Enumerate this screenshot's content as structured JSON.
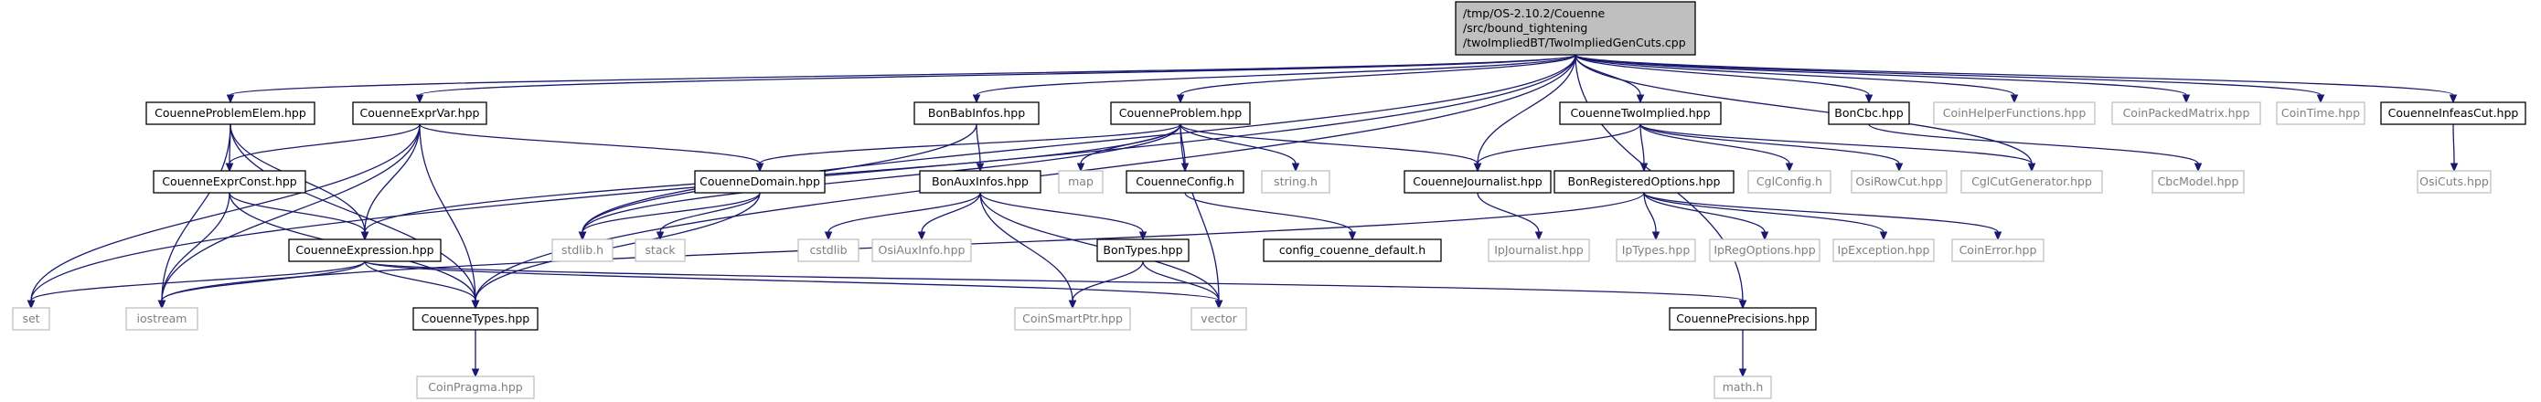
{
  "graph": {
    "root": "root",
    "colors": {
      "edge": "#191970",
      "root_fill": "#bfbfbf",
      "linked_border": "#000000",
      "external_border": "#bfbfbf",
      "external_text": "#7f7f7f",
      "linked_text": "#000000"
    },
    "nodes": [
      {
        "id": "root",
        "lines": [
          "/tmp/OS-2.10.2/Couenne",
          "/src/bound_tightening",
          "/twoImpliedBT/TwoImpliedGenCuts.cpp"
        ],
        "kind": "root"
      },
      {
        "id": "CouenneProblemElem",
        "lines": [
          "CouenneProblemElem.hpp"
        ],
        "kind": "linked"
      },
      {
        "id": "CouenneExprVar",
        "lines": [
          "CouenneExprVar.hpp"
        ],
        "kind": "linked"
      },
      {
        "id": "BonBabInfos",
        "lines": [
          "BonBabInfos.hpp"
        ],
        "kind": "linked"
      },
      {
        "id": "CouenneProblem",
        "lines": [
          "CouenneProblem.hpp"
        ],
        "kind": "linked"
      },
      {
        "id": "CouenneTwoImplied",
        "lines": [
          "CouenneTwoImplied.hpp"
        ],
        "kind": "linked"
      },
      {
        "id": "BonCbc",
        "lines": [
          "BonCbc.hpp"
        ],
        "kind": "linked"
      },
      {
        "id": "CoinHelperFunctions",
        "lines": [
          "CoinHelperFunctions.hpp"
        ],
        "kind": "external"
      },
      {
        "id": "CoinPackedMatrix",
        "lines": [
          "CoinPackedMatrix.hpp"
        ],
        "kind": "external"
      },
      {
        "id": "CoinTime",
        "lines": [
          "CoinTime.hpp"
        ],
        "kind": "external"
      },
      {
        "id": "CouenneInfeasCut",
        "lines": [
          "CouenneInfeasCut.hpp"
        ],
        "kind": "linked"
      },
      {
        "id": "CouenneExprConst",
        "lines": [
          "CouenneExprConst.hpp"
        ],
        "kind": "linked"
      },
      {
        "id": "CouenneDomain",
        "lines": [
          "CouenneDomain.hpp"
        ],
        "kind": "linked"
      },
      {
        "id": "BonAuxInfos",
        "lines": [
          "BonAuxInfos.hpp"
        ],
        "kind": "linked"
      },
      {
        "id": "map",
        "lines": [
          "map"
        ],
        "kind": "external"
      },
      {
        "id": "CouenneConfig",
        "lines": [
          "CouenneConfig.h"
        ],
        "kind": "linked"
      },
      {
        "id": "string_h",
        "lines": [
          "string.h"
        ],
        "kind": "external"
      },
      {
        "id": "CouenneJournalist",
        "lines": [
          "CouenneJournalist.hpp"
        ],
        "kind": "linked"
      },
      {
        "id": "BonRegisteredOptions",
        "lines": [
          "BonRegisteredOptions.hpp"
        ],
        "kind": "linked"
      },
      {
        "id": "CglConfig",
        "lines": [
          "CglConfig.h"
        ],
        "kind": "external"
      },
      {
        "id": "OsiRowCut",
        "lines": [
          "OsiRowCut.hpp"
        ],
        "kind": "external"
      },
      {
        "id": "CglCutGenerator",
        "lines": [
          "CglCutGenerator.hpp"
        ],
        "kind": "external"
      },
      {
        "id": "CbcModel",
        "lines": [
          "CbcModel.hpp"
        ],
        "kind": "external"
      },
      {
        "id": "OsiCuts",
        "lines": [
          "OsiCuts.hpp"
        ],
        "kind": "external"
      },
      {
        "id": "CouenneExpression",
        "lines": [
          "CouenneExpression.hpp"
        ],
        "kind": "linked"
      },
      {
        "id": "stdlib_h",
        "lines": [
          "stdlib.h"
        ],
        "kind": "external"
      },
      {
        "id": "stack",
        "lines": [
          "stack"
        ],
        "kind": "external"
      },
      {
        "id": "cstdlib",
        "lines": [
          "cstdlib"
        ],
        "kind": "external"
      },
      {
        "id": "OsiAuxInfo",
        "lines": [
          "OsiAuxInfo.hpp"
        ],
        "kind": "external"
      },
      {
        "id": "BonTypes",
        "lines": [
          "BonTypes.hpp"
        ],
        "kind": "linked"
      },
      {
        "id": "config_couenne_default",
        "lines": [
          "config_couenne_default.h"
        ],
        "kind": "linked"
      },
      {
        "id": "IpJournalist",
        "lines": [
          "IpJournalist.hpp"
        ],
        "kind": "external"
      },
      {
        "id": "IpTypes",
        "lines": [
          "IpTypes.hpp"
        ],
        "kind": "external"
      },
      {
        "id": "IpRegOptions",
        "lines": [
          "IpRegOptions.hpp"
        ],
        "kind": "external"
      },
      {
        "id": "IpException",
        "lines": [
          "IpException.hpp"
        ],
        "kind": "external"
      },
      {
        "id": "CoinError",
        "lines": [
          "CoinError.hpp"
        ],
        "kind": "external"
      },
      {
        "id": "set",
        "lines": [
          "set"
        ],
        "kind": "external"
      },
      {
        "id": "iostream",
        "lines": [
          "iostream"
        ],
        "kind": "external"
      },
      {
        "id": "CouenneTypes",
        "lines": [
          "CouenneTypes.hpp"
        ],
        "kind": "linked"
      },
      {
        "id": "CoinSmartPtr",
        "lines": [
          "CoinSmartPtr.hpp"
        ],
        "kind": "external"
      },
      {
        "id": "vector",
        "lines": [
          "vector"
        ],
        "kind": "external"
      },
      {
        "id": "CouennePrecisions",
        "lines": [
          "CouennePrecisions.hpp"
        ],
        "kind": "linked"
      },
      {
        "id": "CoinPragma",
        "lines": [
          "CoinPragma.hpp"
        ],
        "kind": "external"
      },
      {
        "id": "math_h",
        "lines": [
          "math.h"
        ],
        "kind": "external"
      }
    ],
    "edges": [
      [
        "root",
        "CouenneProblemElem"
      ],
      [
        "root",
        "CouenneExprVar"
      ],
      [
        "root",
        "BonBabInfos"
      ],
      [
        "root",
        "CouenneProblem"
      ],
      [
        "root",
        "CouenneTwoImplied"
      ],
      [
        "root",
        "BonCbc"
      ],
      [
        "root",
        "CoinHelperFunctions"
      ],
      [
        "root",
        "CoinPackedMatrix"
      ],
      [
        "root",
        "CoinTime"
      ],
      [
        "root",
        "CouenneInfeasCut"
      ],
      [
        "root",
        "set"
      ],
      [
        "root",
        "CouenneTypes"
      ],
      [
        "root",
        "stdlib_h"
      ],
      [
        "root",
        "CouenneJournalist"
      ],
      [
        "root",
        "CouennePrecisions"
      ],
      [
        "root",
        "CglCutGenerator"
      ],
      [
        "CouenneProblemElem",
        "CouenneExprConst"
      ],
      [
        "CouenneProblemElem",
        "CouenneExpression"
      ],
      [
        "CouenneProblemElem",
        "iostream"
      ],
      [
        "CouenneProblemElem",
        "CouenneTypes"
      ],
      [
        "CouenneExprVar",
        "CouenneExprConst"
      ],
      [
        "CouenneExprVar",
        "CouenneExpression"
      ],
      [
        "CouenneExprVar",
        "CouenneDomain"
      ],
      [
        "CouenneExprVar",
        "set"
      ],
      [
        "CouenneExprVar",
        "iostream"
      ],
      [
        "CouenneExprVar",
        "CouenneTypes"
      ],
      [
        "CouenneExprConst",
        "CouenneExpression"
      ],
      [
        "CouenneExprConst",
        "iostream"
      ],
      [
        "CouenneExprConst",
        "CouenneTypes"
      ],
      [
        "CouenneExpression",
        "set"
      ],
      [
        "CouenneExpression",
        "iostream"
      ],
      [
        "CouenneExpression",
        "CouenneTypes"
      ],
      [
        "CouenneExpression",
        "vector"
      ],
      [
        "CouenneExpression",
        "CouennePrecisions"
      ],
      [
        "CouenneDomain",
        "stdlib_h"
      ],
      [
        "CouenneDomain",
        "stack"
      ],
      [
        "CouenneDomain",
        "CouenneTypes"
      ],
      [
        "BonBabInfos",
        "BonAuxInfos"
      ],
      [
        "BonBabInfos",
        "stdlib_h"
      ],
      [
        "BonAuxInfos",
        "cstdlib"
      ],
      [
        "BonAuxInfos",
        "OsiAuxInfo"
      ],
      [
        "BonAuxInfos",
        "CoinSmartPtr"
      ],
      [
        "BonAuxInfos",
        "BonTypes"
      ],
      [
        "BonAuxInfos",
        "vector"
      ],
      [
        "BonTypes",
        "vector"
      ],
      [
        "BonTypes",
        "CoinSmartPtr"
      ],
      [
        "CouenneProblem",
        "map"
      ],
      [
        "CouenneProblem",
        "CouenneConfig"
      ],
      [
        "CouenneProblem",
        "string_h"
      ],
      [
        "CouenneProblem",
        "CouenneJournalist"
      ],
      [
        "CouenneProblem",
        "CouenneDomain"
      ],
      [
        "CouenneProblem",
        "CouenneExpression"
      ],
      [
        "CouenneProblem",
        "stdlib_h"
      ],
      [
        "CouenneProblem",
        "vector"
      ],
      [
        "CouenneConfig",
        "config_couenne_default"
      ],
      [
        "CouenneJournalist",
        "IpJournalist"
      ],
      [
        "CouenneTwoImplied",
        "BonRegisteredOptions"
      ],
      [
        "CouenneTwoImplied",
        "CglConfig"
      ],
      [
        "CouenneTwoImplied",
        "OsiRowCut"
      ],
      [
        "CouenneTwoImplied",
        "CglCutGenerator"
      ],
      [
        "CouenneTwoImplied",
        "CouenneJournalist"
      ],
      [
        "BonRegisteredOptions",
        "IpTypes"
      ],
      [
        "BonRegisteredOptions",
        "IpRegOptions"
      ],
      [
        "BonRegisteredOptions",
        "IpException"
      ],
      [
        "BonRegisteredOptions",
        "CoinError"
      ],
      [
        "BonRegisteredOptions",
        "iostream"
      ],
      [
        "BonCbc",
        "CbcModel"
      ],
      [
        "CouenneInfeasCut",
        "OsiCuts"
      ],
      [
        "CouenneTypes",
        "CoinPragma"
      ],
      [
        "CouennePrecisions",
        "math_h"
      ]
    ]
  }
}
